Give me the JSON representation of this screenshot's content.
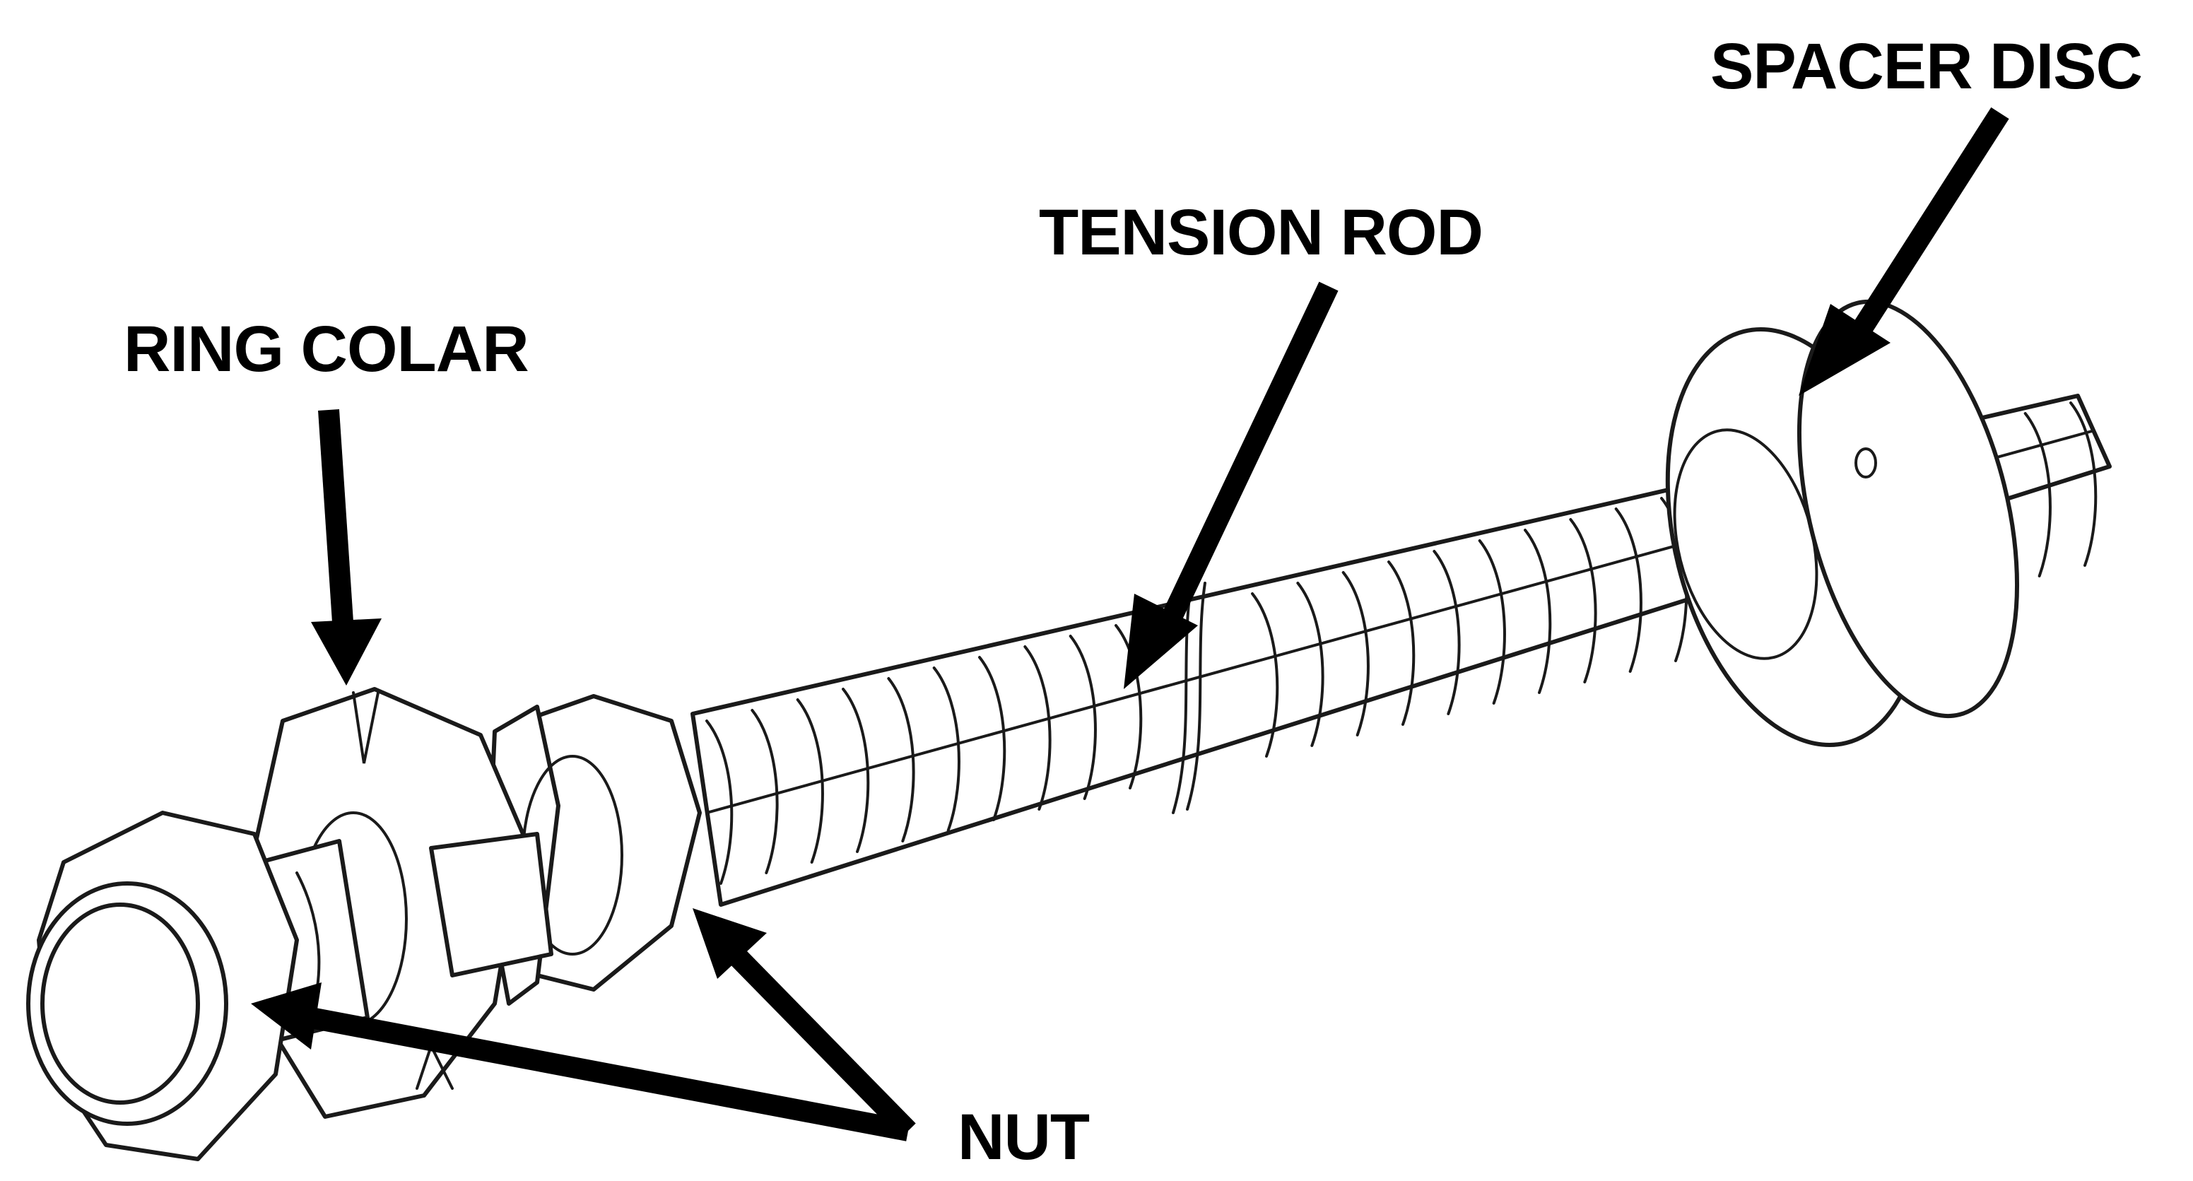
{
  "labels": {
    "spacer_disc": "SPACER DISC",
    "tension_rod": "TENSION ROD",
    "ring_colar": "RING COLAR",
    "nut": "NUT"
  },
  "colors": {
    "ink": "#000000",
    "line_art": "#1a1a1a",
    "background": "#ffffff"
  }
}
